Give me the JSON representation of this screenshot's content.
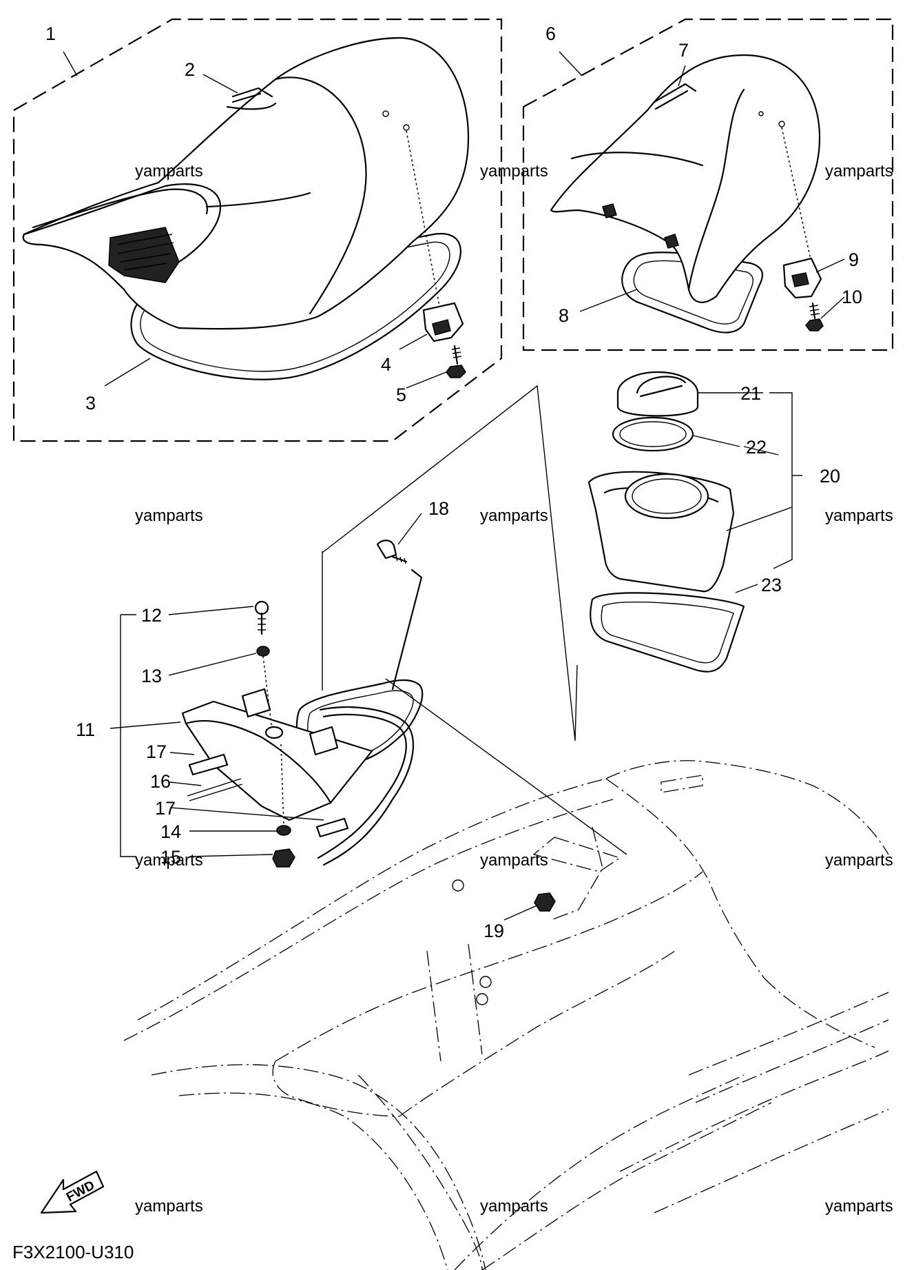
{
  "callouts": {
    "c1": "1",
    "c2": "2",
    "c3": "3",
    "c4": "4",
    "c5": "5",
    "c6": "6",
    "c7": "7",
    "c8": "8",
    "c9": "9",
    "c10": "10",
    "c11": "11",
    "c12": "12",
    "c13": "13",
    "c14": "14",
    "c15": "15",
    "c16": "16",
    "c17a": "17",
    "c17b": "17",
    "c18": "18",
    "c19": "19",
    "c20": "20",
    "c21": "21",
    "c22": "22",
    "c23": "23"
  },
  "watermark": "yamparts",
  "fwd_label": "FWD",
  "diagram_code": "F3X2100-U310"
}
